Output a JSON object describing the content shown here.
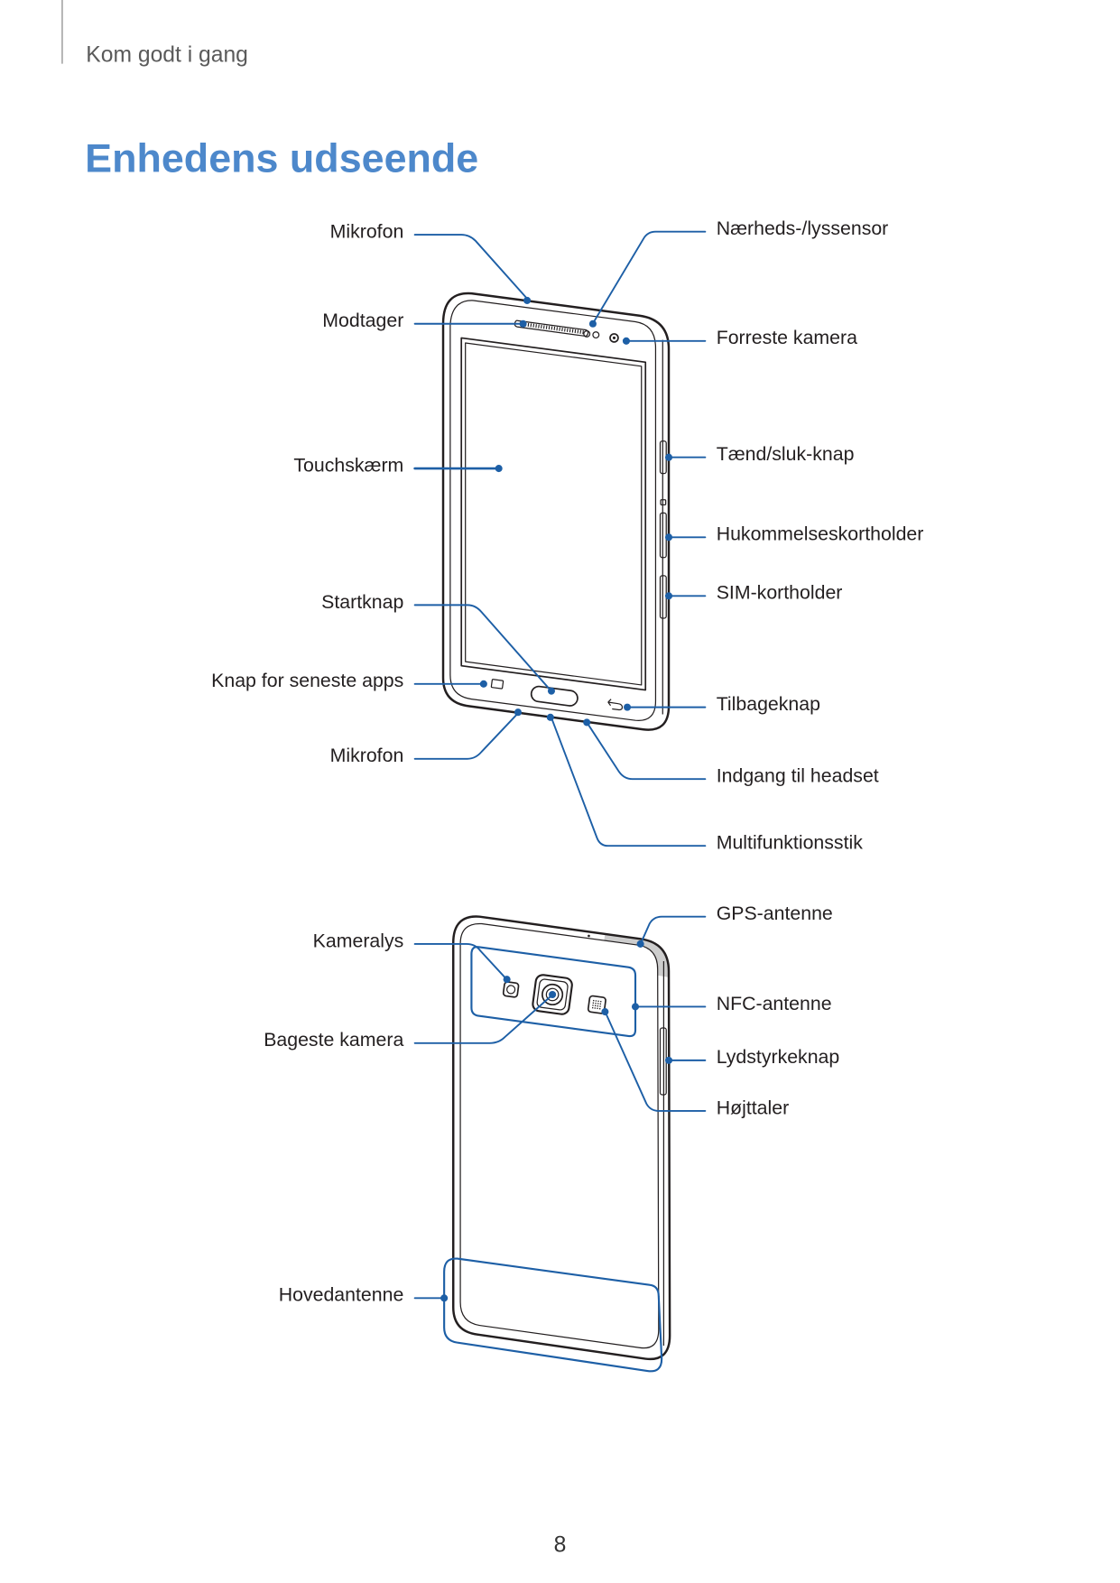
{
  "header": {
    "section": "Kom godt i gang"
  },
  "title": "Enhedens udseende",
  "front_view": {
    "left_labels": [
      "Mikrofon",
      "Modtager",
      "Touchskærm",
      "Startknap",
      "Knap for seneste apps",
      "Mikrofon"
    ],
    "right_labels": [
      "Nærheds-/lyssensor",
      "Forreste kamera",
      "Tænd/sluk-knap",
      "Hukommelseskortholder",
      "SIM-kortholder",
      "Tilbageknap",
      "Indgang til headset",
      "Multifunktionsstik"
    ]
  },
  "back_view": {
    "left_labels": [
      "Kameralys",
      "Bageste kamera",
      "Hovedantenne"
    ],
    "right_labels": [
      "GPS-antenne",
      "NFC-antenne",
      "Lydstyrkeknap",
      "Højttaler"
    ]
  },
  "page_number": "8",
  "colors": {
    "title": "#4d88cb",
    "callout": "#1d5fa6",
    "text": "#231f20"
  }
}
